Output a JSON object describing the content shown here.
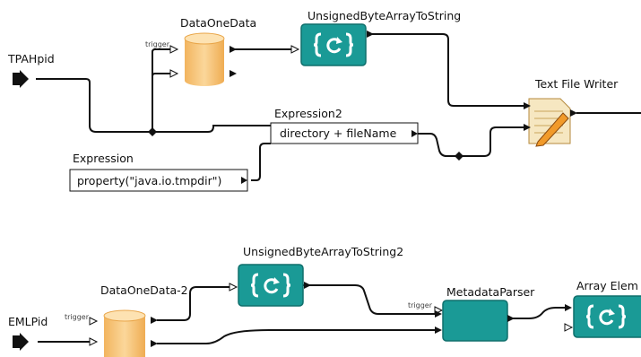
{
  "diagram": {
    "nodes": {
      "tpah_pid": {
        "label": "TPAHpid"
      },
      "emlpid": {
        "label": "EMLPid"
      },
      "dataone_data": {
        "label": "DataOneData",
        "port_label": "trigger"
      },
      "dataone_data_2": {
        "label": "DataOneData-2",
        "port_label": "trigger"
      },
      "ubats": {
        "label": "UnsignedByteArrayToString"
      },
      "ubats2": {
        "label": "UnsignedByteArrayToString2"
      },
      "text_file_writer": {
        "label": "Text File Writer"
      },
      "expression": {
        "label": "Expression",
        "value": "property(\"java.io.tmpdir\")"
      },
      "expression2": {
        "label": "Expression2",
        "value": "directory + fileName"
      },
      "metadata_parser": {
        "label": "MetadataParser",
        "port_label": "trigger"
      },
      "array_element": {
        "label": "Array Elem"
      }
    },
    "colors": {
      "actor_teal": "#1a9a96",
      "actor_teal_dark": "#0f6f6c",
      "cylinder": "#f7c77a",
      "wire": "#111111"
    },
    "icons": [
      "refresh-icon",
      "database-icon",
      "text-file-pen-icon",
      "port-arrow-icon"
    ]
  }
}
